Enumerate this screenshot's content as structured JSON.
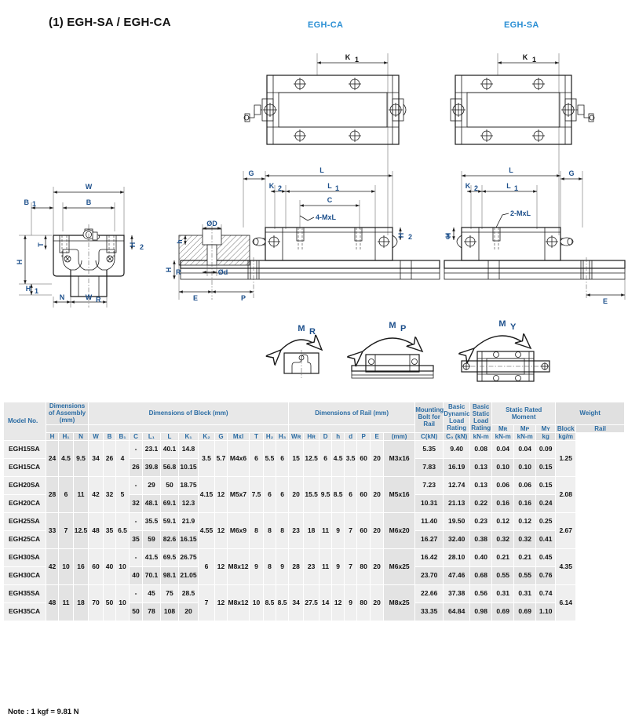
{
  "header": {
    "title": "(1) EGH-SA / EGH-CA",
    "drawing_captions": {
      "left": "EGH-CA",
      "right": "EGH-SA"
    }
  },
  "drawing_labels": {
    "k1": "K₁",
    "w": "W",
    "b": "B",
    "b1": "B₁",
    "t": "T",
    "h": "H",
    "h1": "H₁",
    "h2": "H₂",
    "h3": "H₃",
    "n": "N",
    "wr": "Wʀ",
    "g": "G",
    "l": "L",
    "l1": "L₁",
    "k2": "K₂",
    "c": "C",
    "mxl4": "4-MxL",
    "mxl2": "2-MxL",
    "od": "ØD",
    "od_small": "Ød",
    "e": "E",
    "p": "P",
    "hr": "Hʀ",
    "moment_mr": "Mʀ",
    "moment_mp": "Mᴘ",
    "moment_my": "Mʏ"
  },
  "colors": {
    "accent_blue": "#2b8fd4",
    "header_text": "#2b6ca3",
    "dim_blue": "#1c4f8b",
    "header_bg": "#e8e8e8",
    "row_bg": "#efefef",
    "row_bg_alt": "#e3e3e3"
  },
  "table": {
    "group_headers": [
      {
        "label": "Model No.",
        "span": 1
      },
      {
        "label": "Dimensions of Assembly (mm)",
        "span": 3
      },
      {
        "label": "Dimensions of Block (mm)",
        "span": 13
      },
      {
        "label": "Dimensions of Rail (mm)",
        "span": 8
      },
      {
        "label": "Mounting Bolt for Rail",
        "span": 1
      },
      {
        "label": "Basic Dynamic Load Rating",
        "span": 1
      },
      {
        "label": "Basic Static Load Rating",
        "span": 1
      },
      {
        "label": "Static Rated Moment",
        "span": 3
      },
      {
        "label": "Weight",
        "span": 2
      }
    ],
    "group_header_lines": {
      "assembly": [
        "Dimensions",
        "of Assembly",
        "(mm)"
      ],
      "block": [
        "Dimensions of Block (mm)"
      ],
      "rail": [
        "Dimensions of Rail (mm)"
      ],
      "bolt": [
        "Mounting",
        "Bolt for",
        "Rail"
      ],
      "dynamic": [
        "Basic",
        "Dynamic",
        "Load",
        "Rating"
      ],
      "static": [
        "Basic",
        "Static",
        "Load",
        "Rating"
      ],
      "moment": [
        "Static Rated",
        "Moment"
      ],
      "weight": [
        "Weight"
      ]
    },
    "sub_headers": [
      "H",
      "H₁",
      "N",
      "W",
      "B",
      "B₁",
      "C",
      "L₁",
      "L",
      "K₁",
      "K₂",
      "G",
      "Mxl",
      "T",
      "H₂",
      "H₃",
      "Wʀ",
      "Hʀ",
      "D",
      "h",
      "d",
      "P",
      "E",
      "(mm)",
      "C(kN)",
      "C₀ (kN)",
      "Mʀ",
      "Mᴘ",
      "Mʏ",
      "Block",
      "Rail"
    ],
    "moment_units": [
      "kN-m",
      "kN-m",
      "kN-m"
    ],
    "weight_units": [
      "kg",
      "kg/m"
    ],
    "groups": [
      {
        "assembly": {
          "H": "24",
          "H1": "4.5",
          "N": "9.5"
        },
        "shared_block": {
          "W": "34",
          "B": "26",
          "B1": "4",
          "K2": "3.5",
          "G": "5.7",
          "Mxl": "M4x6",
          "T": "6",
          "H2": "5.5",
          "H3": "6"
        },
        "rail": {
          "Wr": "15",
          "Hr": "12.5",
          "D": "6",
          "h": "4.5",
          "d": "3.5",
          "P": "60",
          "E": "20"
        },
        "bolt": "M3x16",
        "rail_weight": "1.25",
        "rows": [
          {
            "model": "EGH15SA",
            "C": "-",
            "L1": "23.1",
            "L": "40.1",
            "K1": "14.8",
            "dyn": "5.35",
            "stat": "9.40",
            "MR": "0.08",
            "MP": "0.04",
            "MY": "0.04",
            "block_weight": "0.09"
          },
          {
            "model": "EGH15CA",
            "C": "26",
            "L1": "39.8",
            "L": "56.8",
            "K1": "10.15",
            "dyn": "7.83",
            "stat": "16.19",
            "MR": "0.13",
            "MP": "0.10",
            "MY": "0.10",
            "block_weight": "0.15"
          }
        ]
      },
      {
        "assembly": {
          "H": "28",
          "H1": "6",
          "N": "11"
        },
        "shared_block": {
          "W": "42",
          "B": "32",
          "B1": "5",
          "K2": "4.15",
          "G": "12",
          "Mxl": "M5x7",
          "T": "7.5",
          "H2": "6",
          "H3": "6"
        },
        "rail": {
          "Wr": "20",
          "Hr": "15.5",
          "D": "9.5",
          "h": "8.5",
          "d": "6",
          "P": "60",
          "E": "20"
        },
        "bolt": "M5x16",
        "rail_weight": "2.08",
        "rows": [
          {
            "model": "EGH20SA",
            "C": "-",
            "L1": "29",
            "L": "50",
            "K1": "18.75",
            "dyn": "7.23",
            "stat": "12.74",
            "MR": "0.13",
            "MP": "0.06",
            "MY": "0.06",
            "block_weight": "0.15"
          },
          {
            "model": "EGH20CA",
            "C": "32",
            "L1": "48.1",
            "L": "69.1",
            "K1": "12.3",
            "dyn": "10.31",
            "stat": "21.13",
            "MR": "0.22",
            "MP": "0.16",
            "MY": "0.16",
            "block_weight": "0.24"
          }
        ]
      },
      {
        "assembly": {
          "H": "33",
          "H1": "7",
          "N": "12.5"
        },
        "shared_block": {
          "W": "48",
          "B": "35",
          "B1": "6.5",
          "K2": "4.55",
          "G": "12",
          "Mxl": "M6x9",
          "T": "8",
          "H2": "8",
          "H3": "8"
        },
        "rail": {
          "Wr": "23",
          "Hr": "18",
          "D": "11",
          "h": "9",
          "d": "7",
          "P": "60",
          "E": "20"
        },
        "bolt": "M6x20",
        "rail_weight": "2.67",
        "rows": [
          {
            "model": "EGH25SA",
            "C": "-",
            "L1": "35.5",
            "L": "59.1",
            "K1": "21.9",
            "dyn": "11.40",
            "stat": "19.50",
            "MR": "0.23",
            "MP": "0.12",
            "MY": "0.12",
            "block_weight": "0.25"
          },
          {
            "model": "EGH25CA",
            "C": "35",
            "L1": "59",
            "L": "82.6",
            "K1": "16.15",
            "dyn": "16.27",
            "stat": "32.40",
            "MR": "0.38",
            "MP": "0.32",
            "MY": "0.32",
            "block_weight": "0.41"
          }
        ]
      },
      {
        "assembly": {
          "H": "42",
          "H1": "10",
          "N": "16"
        },
        "shared_block": {
          "W": "60",
          "B": "40",
          "B1": "10",
          "K2": "6",
          "G": "12",
          "Mxl": "M8x12",
          "T": "9",
          "H2": "8",
          "H3": "9"
        },
        "rail": {
          "Wr": "28",
          "Hr": "23",
          "D": "11",
          "h": "9",
          "d": "7",
          "P": "80",
          "E": "20"
        },
        "bolt": "M6x25",
        "rail_weight": "4.35",
        "rows": [
          {
            "model": "EGH30SA",
            "C": "-",
            "L1": "41.5",
            "L": "69.5",
            "K1": "26.75",
            "dyn": "16.42",
            "stat": "28.10",
            "MR": "0.40",
            "MP": "0.21",
            "MY": "0.21",
            "block_weight": "0.45"
          },
          {
            "model": "EGH30CA",
            "C": "40",
            "L1": "70.1",
            "L": "98.1",
            "K1": "21.05",
            "dyn": "23.70",
            "stat": "47.46",
            "MR": "0.68",
            "MP": "0.55",
            "MY": "0.55",
            "block_weight": "0.76"
          }
        ]
      },
      {
        "assembly": {
          "H": "48",
          "H1": "11",
          "N": "18"
        },
        "shared_block": {
          "W": "70",
          "B": "50",
          "B1": "10",
          "K2": "7",
          "G": "12",
          "Mxl": "M8x12",
          "T": "10",
          "H2": "8.5",
          "H3": "8.5"
        },
        "rail": {
          "Wr": "34",
          "Hr": "27.5",
          "D": "14",
          "h": "12",
          "d": "9",
          "P": "80",
          "E": "20"
        },
        "bolt": "M8x25",
        "rail_weight": "6.14",
        "rows": [
          {
            "model": "EGH35SA",
            "C": "-",
            "L1": "45",
            "L": "75",
            "K1": "28.5",
            "dyn": "22.66",
            "stat": "37.38",
            "MR": "0.56",
            "MP": "0.31",
            "MY": "0.31",
            "block_weight": "0.74"
          },
          {
            "model": "EGH35CA",
            "C": "50",
            "L1": "78",
            "L": "108",
            "K1": "20",
            "dyn": "33.35",
            "stat": "64.84",
            "MR": "0.98",
            "MP": "0.69",
            "MY": "0.69",
            "block_weight": "1.10"
          }
        ]
      }
    ]
  },
  "footer": {
    "note": "Note : 1 kgf = 9.81 N"
  }
}
